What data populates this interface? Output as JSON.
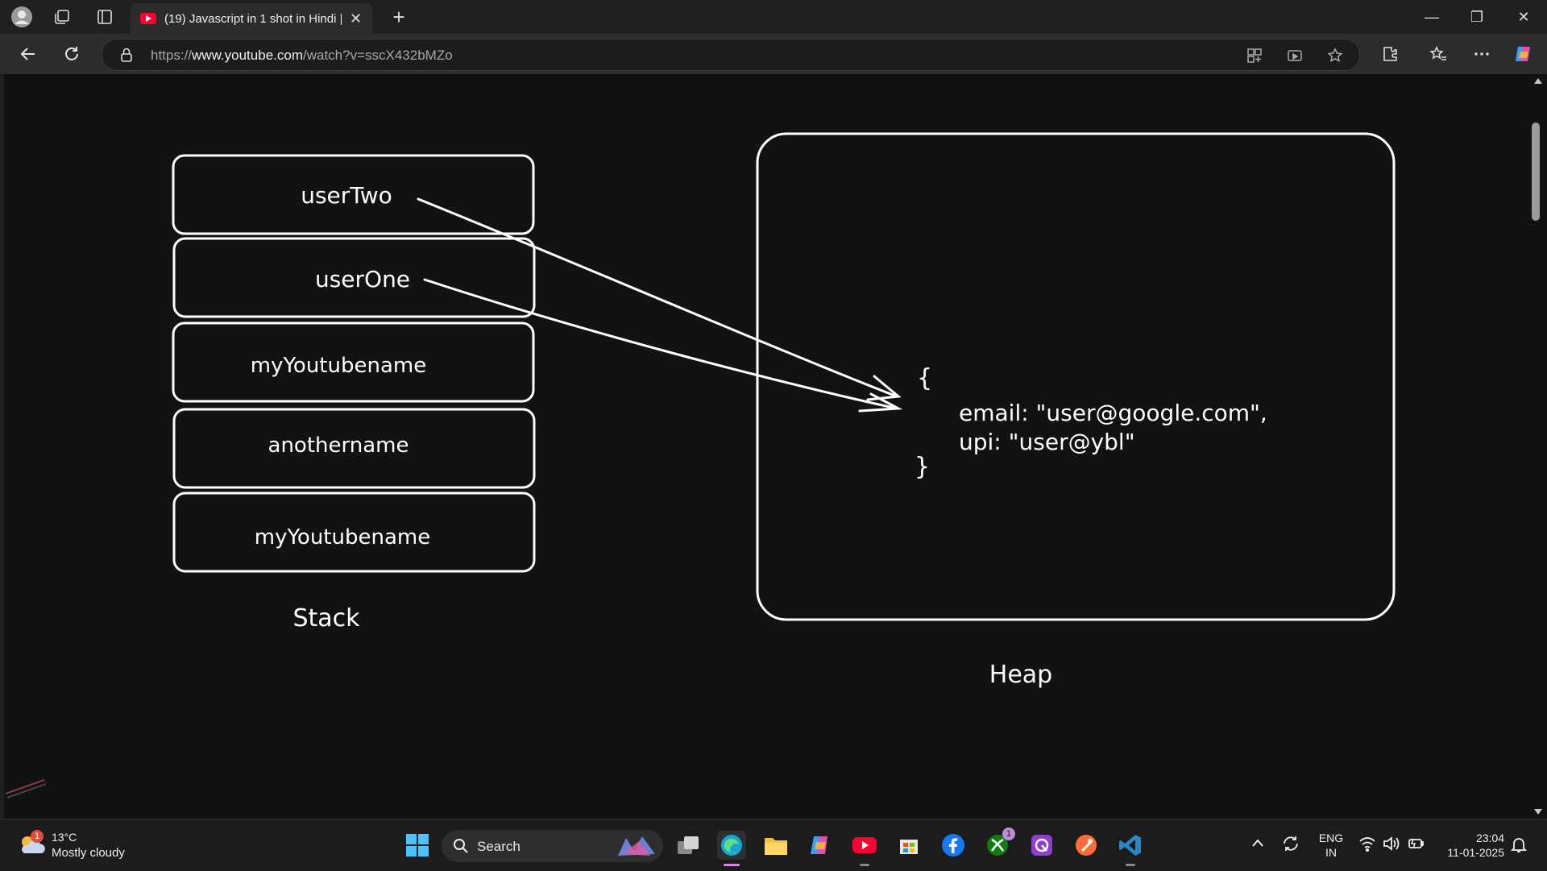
{
  "browser": {
    "tab_title": "(19) Javascript in 1 shot in Hindi |",
    "url_prefix": "https://",
    "url_host": "www.youtube.com",
    "url_path": "/watch?v=sscX432bMZo"
  },
  "diagram": {
    "stack_items": [
      "userTwo",
      "userOne",
      "myYoutubename",
      "anothername",
      "myYoutubename"
    ],
    "stack_label": "Stack",
    "heap_label": "Heap",
    "object_open": "{",
    "object_line1": "email: \"user@google.com\",",
    "object_line2": "upi: \"user@ybl\"",
    "object_close": "}"
  },
  "taskbar": {
    "weather_badge": "1",
    "weather_temp": "13°C",
    "weather_desc": "Mostly cloudy",
    "search_label": "Search",
    "xbox_badge": "1",
    "lang_line1": "ENG",
    "lang_line2": "IN",
    "time": "23:04",
    "date": "11-01-2025"
  },
  "colors": {
    "youtube_red": "#ff0033",
    "edge_accent": "#d58be0",
    "chalk": "#ffffff"
  }
}
